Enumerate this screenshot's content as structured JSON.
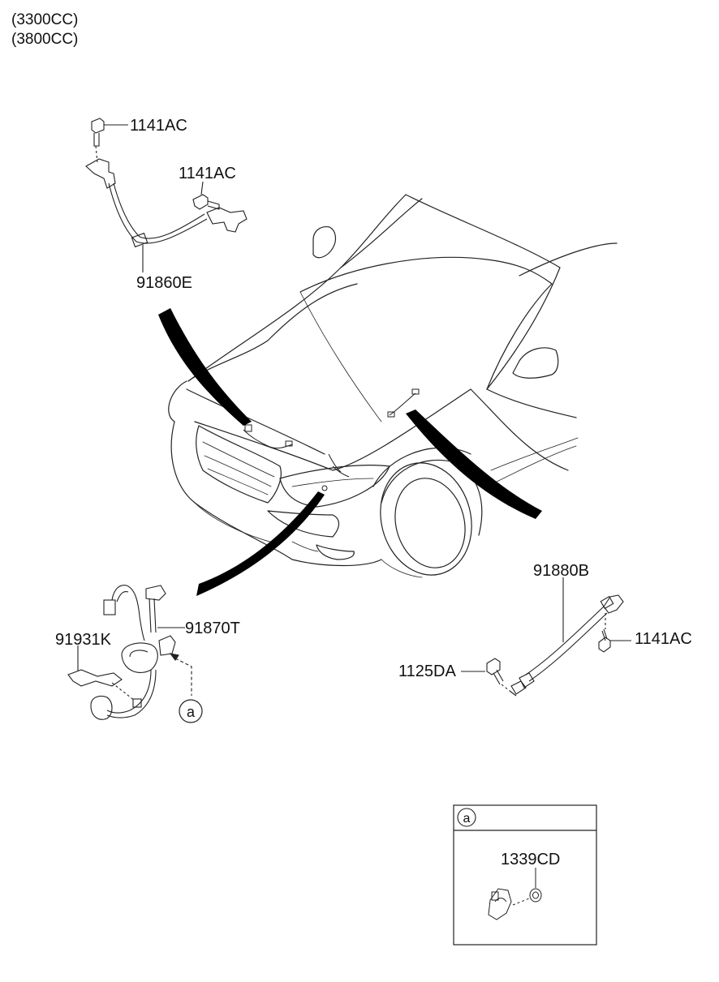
{
  "engine_variants": [
    "(3300CC)",
    "(3800CC)"
  ],
  "parts": {
    "bolt_top": "1141AC",
    "bolt_mid": "1141AC",
    "ground_cable_upper": "91860E",
    "cable_right": "91880B",
    "bolt_right": "1141AC",
    "bolt_lower": "1125DA",
    "cable_lower": "91870T",
    "bracket_lower": "91931K",
    "detail_part": "1339CD"
  },
  "callouts": {
    "ref_marker": "a",
    "detail_marker": "a"
  }
}
